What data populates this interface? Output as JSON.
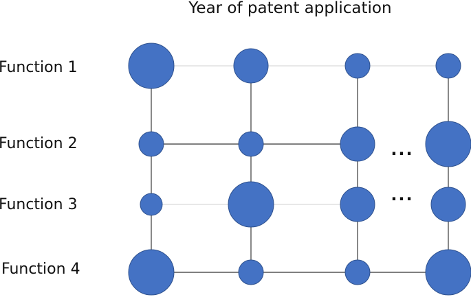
{
  "title": "Year of patent application",
  "rows": [
    {
      "label": "Function 1"
    },
    {
      "label": "Function 2"
    },
    {
      "label": "Function 3"
    },
    {
      "label": "Function 4"
    }
  ],
  "ellipsis": "···",
  "colors": {
    "node_fill": "#4472c4",
    "node_stroke": "#2f528f",
    "line_dark": "#555555",
    "line_light": "#d9d9d9"
  },
  "node_sizes": [
    [
      "large",
      "medium",
      "small",
      "small"
    ],
    [
      "small",
      "small",
      "medium",
      "large"
    ],
    [
      "xsmall",
      "large",
      "medium",
      "medium"
    ],
    [
      "large",
      "small",
      "small",
      "large"
    ]
  ],
  "connections": {
    "horizontal": [
      {
        "row": 1,
        "from_col": 1,
        "to_col": 2,
        "style": "light"
      },
      {
        "row": 1,
        "from_col": 2,
        "to_col": 3,
        "style": "light"
      },
      {
        "row": 1,
        "from_col": 3,
        "to_col": 4,
        "style": "light"
      },
      {
        "row": 2,
        "from_col": 1,
        "to_col": 2,
        "style": "dark"
      },
      {
        "row": 2,
        "from_col": 2,
        "to_col": 3,
        "style": "dark"
      },
      {
        "row": 3,
        "from_col": 1,
        "to_col": 2,
        "style": "light"
      },
      {
        "row": 3,
        "from_col": 2,
        "to_col": 3,
        "style": "light"
      },
      {
        "row": 4,
        "from_col": 1,
        "to_col": 2,
        "style": "dark"
      },
      {
        "row": 4,
        "from_col": 2,
        "to_col": 3,
        "style": "dark"
      },
      {
        "row": 4,
        "from_col": 3,
        "to_col": 4,
        "style": "dark"
      }
    ],
    "vertical": [
      {
        "col": 1,
        "from_row": 1,
        "to_row": 4,
        "style": "dark"
      },
      {
        "col": 2,
        "from_row": 1,
        "to_row": 4,
        "style": "dark"
      },
      {
        "col": 3,
        "from_row": 1,
        "to_row": 4,
        "style": "dark"
      },
      {
        "col": 4,
        "from_row": 1,
        "to_row": 4,
        "style": "dark"
      }
    ]
  }
}
